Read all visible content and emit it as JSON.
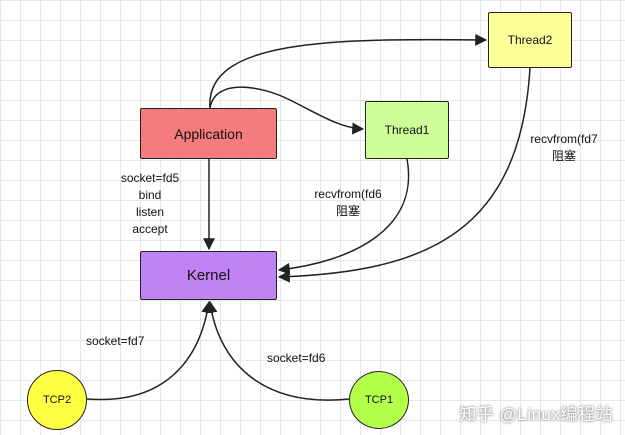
{
  "nodes": {
    "application": "Application",
    "kernel": "Kernel",
    "thread1": "Thread1",
    "thread2": "Thread2",
    "tcp1": "TCP1",
    "tcp2": "TCP2"
  },
  "labels": {
    "app_kernel": [
      "socket=fd5",
      "bind",
      "listen",
      "accept"
    ],
    "thread1_kernel": [
      "recvfrom(fd6",
      "阻塞"
    ],
    "thread2_kernel": [
      "recvfrom(fd7",
      "阻塞"
    ],
    "tcp2_kernel": "socket=fd7",
    "tcp1_kernel": "socket=fd6"
  },
  "watermark": "知乎 @Linux编程站",
  "colors": {
    "application": "#f47c7c",
    "kernel": "#c083f3",
    "thread1": "#cfff99",
    "thread2": "#ffff99",
    "tcp1": "#b3ff4a",
    "tcp2": "#ffff44"
  }
}
